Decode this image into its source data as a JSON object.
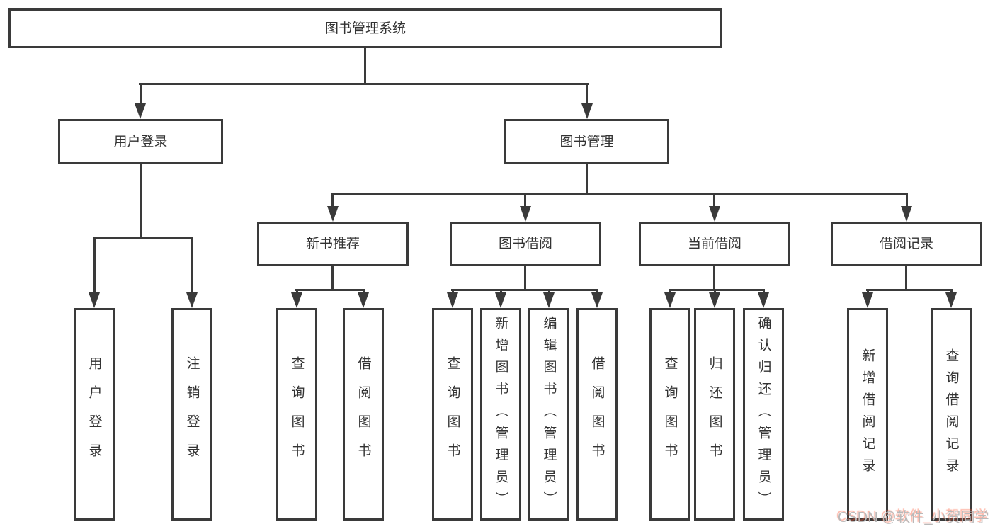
{
  "diagram": {
    "type": "hierarchy-tree",
    "title": "图书管理系统",
    "colors": {
      "line": "#3a3a3a",
      "text": "#333333",
      "box_background": "#ffffff",
      "page_background": "#ffffff",
      "watermark_gray": "#b9b9b9",
      "watermark_red": "#fc5531"
    },
    "nodes": {
      "root": "图书管理系统",
      "user_login": "用户登录",
      "book_mgmt": "图书管理",
      "leaf_login": "用户登录",
      "leaf_logout": "注销登录",
      "new_book": "新书推荐",
      "nb_query": "查询图书",
      "nb_borrow": "借阅图书",
      "borrow": "图书借阅",
      "bb_query": "查询图书",
      "bb_add": "新增图书（管理员）",
      "bb_edit": "编辑图书（管理员）",
      "bb_borrow": "借阅图书",
      "current": "当前借阅",
      "cb_query": "查询图书",
      "cb_return": "归还图书",
      "cb_confirm": "确认归还（管理员）",
      "records": "借阅记录",
      "br_add": "新增借阅记录",
      "br_query": "查询借阅记录"
    },
    "hierarchy": {
      "图书管理系统": {
        "用户登录": [
          "用户登录",
          "注销登录"
        ],
        "图书管理": {
          "新书推荐": [
            "查询图书",
            "借阅图书"
          ],
          "图书借阅": [
            "查询图书",
            "新增图书（管理员）",
            "编辑图书（管理员）",
            "借阅图书"
          ],
          "当前借阅": [
            "查询图书",
            "归还图书",
            "确认归还（管理员）"
          ],
          "借阅记录": [
            "新增借阅记录",
            "查询借阅记录"
          ]
        }
      }
    },
    "watermark": "CSDN @软件_小贺同学"
  }
}
